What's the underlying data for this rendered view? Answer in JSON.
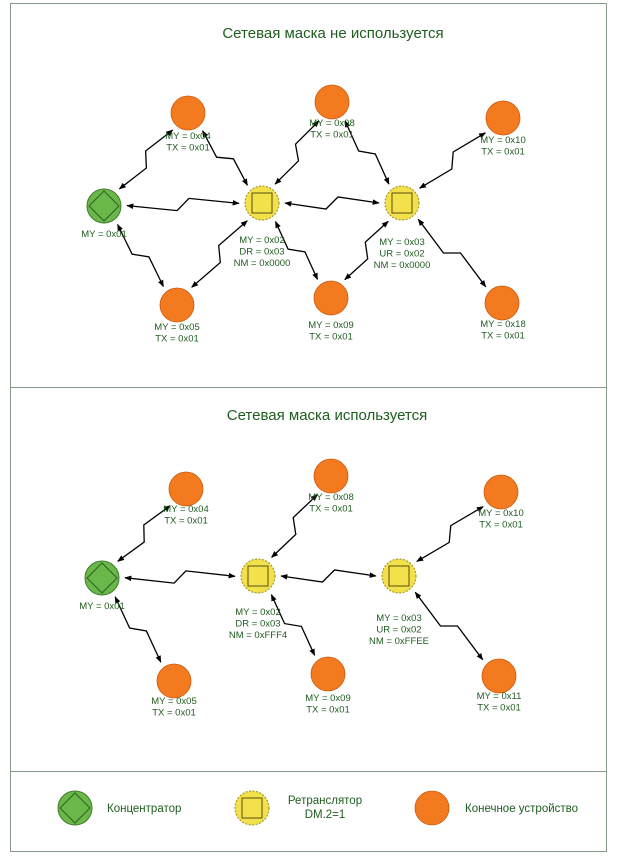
{
  "colors": {
    "coordinator": "#6bb84a",
    "router": "#f2e14b",
    "end_device": "#f47a20",
    "text": "#1f5c1f",
    "border": "#8a9a8a",
    "link": "#000000"
  },
  "panels": [
    {
      "title": "Сетевая маска не используется",
      "nodes": [
        {
          "id": "c1",
          "type": "coordinator",
          "lines": [
            "MY = 0x01"
          ]
        },
        {
          "id": "r1",
          "type": "router",
          "lines": [
            "MY = 0x02",
            "DR = 0x03",
            "NM = 0x0000"
          ]
        },
        {
          "id": "r2",
          "type": "router",
          "lines": [
            "MY = 0x03",
            "UR = 0x02",
            "NM = 0x0000"
          ]
        },
        {
          "id": "e4",
          "type": "end_device",
          "lines": [
            "MY = 0x04",
            "TX = 0x01"
          ]
        },
        {
          "id": "e5",
          "type": "end_device",
          "lines": [
            "MY = 0x05",
            "TX = 0x01"
          ]
        },
        {
          "id": "e8",
          "type": "end_device",
          "lines": [
            "MY = 0x08",
            "TX = 0x01"
          ]
        },
        {
          "id": "e9",
          "type": "end_device",
          "lines": [
            "MY = 0x09",
            "TX = 0x01"
          ]
        },
        {
          "id": "e10",
          "type": "end_device",
          "lines": [
            "MY = 0x10",
            "TX = 0x01"
          ]
        },
        {
          "id": "e18",
          "type": "end_device",
          "lines": [
            "MY = 0x18",
            "TX = 0x01"
          ]
        }
      ],
      "links": [
        [
          "c1",
          "r1"
        ],
        [
          "r1",
          "r2"
        ],
        [
          "c1",
          "e4"
        ],
        [
          "c1",
          "e5"
        ],
        [
          "r1",
          "e4"
        ],
        [
          "r1",
          "e5"
        ],
        [
          "r1",
          "e8"
        ],
        [
          "r1",
          "e9"
        ],
        [
          "r2",
          "e8"
        ],
        [
          "r2",
          "e9"
        ],
        [
          "r2",
          "e10"
        ],
        [
          "r2",
          "e18"
        ]
      ]
    },
    {
      "title": "Сетевая маска используется",
      "nodes": [
        {
          "id": "c1",
          "type": "coordinator",
          "lines": [
            "MY = 0x01"
          ]
        },
        {
          "id": "r1",
          "type": "router",
          "lines": [
            "MY = 0x02",
            "DR = 0x03",
            "NM = 0xFFF4"
          ]
        },
        {
          "id": "r2",
          "type": "router",
          "lines": [
            "MY = 0x03",
            "UR = 0x02",
            "NM = 0xFFEE"
          ]
        },
        {
          "id": "e4",
          "type": "end_device",
          "lines": [
            "MY = 0x04",
            "TX = 0x01"
          ]
        },
        {
          "id": "e5",
          "type": "end_device",
          "lines": [
            "MY = 0x05",
            "TX = 0x01"
          ]
        },
        {
          "id": "e8",
          "type": "end_device",
          "lines": [
            "MY = 0x08",
            "TX = 0x01"
          ]
        },
        {
          "id": "e9",
          "type": "end_device",
          "lines": [
            "MY = 0x09",
            "TX = 0x01"
          ]
        },
        {
          "id": "e10",
          "type": "end_device",
          "lines": [
            "MY = 0x10",
            "TX = 0x01"
          ]
        },
        {
          "id": "e11",
          "type": "end_device",
          "lines": [
            "MY = 0x11",
            "TX = 0x01"
          ]
        }
      ],
      "links": [
        [
          "c1",
          "r1"
        ],
        [
          "r1",
          "r2"
        ],
        [
          "c1",
          "e4"
        ],
        [
          "c1",
          "e5"
        ],
        [
          "r1",
          "e8"
        ],
        [
          "r1",
          "e9"
        ],
        [
          "r2",
          "e10"
        ],
        [
          "r2",
          "e11"
        ]
      ]
    }
  ],
  "legend": [
    {
      "type": "coordinator",
      "lines": [
        "Концентратор"
      ]
    },
    {
      "type": "router",
      "lines": [
        "Ретранслятор",
        "DM.2=1"
      ]
    },
    {
      "type": "end_device",
      "lines": [
        "Конечное устройство"
      ]
    }
  ]
}
